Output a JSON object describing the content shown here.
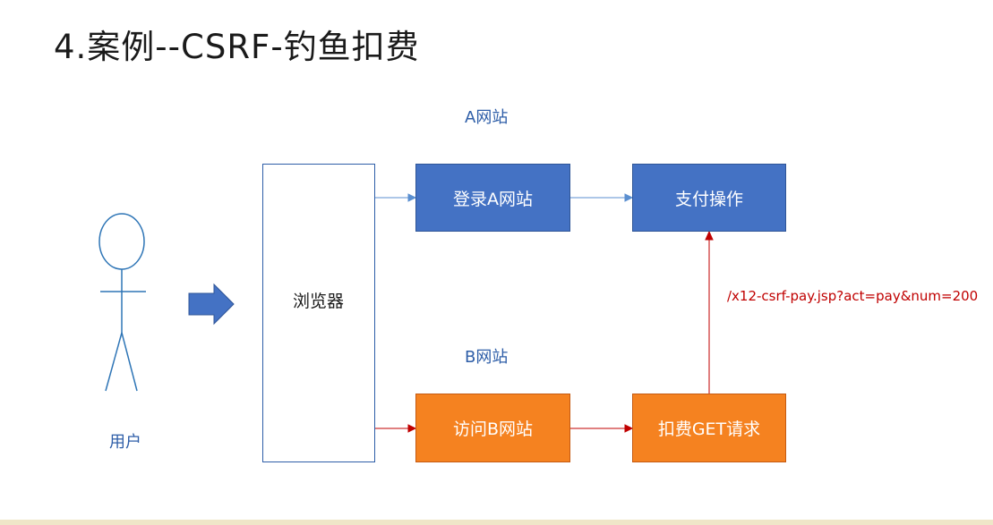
{
  "title": "4.案例--CSRF-钓鱼扣费",
  "labels": {
    "site_a": "A网站",
    "site_b": "B网站",
    "browser": "浏览器",
    "user": "用户",
    "request_url": "/x12-csrf-pay.jsp?act=pay&num=200"
  },
  "boxes": {
    "login_a": "登录A网站",
    "pay_action": "支付操作",
    "visit_b": "访问B网站",
    "charge_get": "扣费GET请求"
  },
  "colors": {
    "blue_box": "#4472c4",
    "orange_box": "#f58220",
    "blue_arrow": "#2e75b6",
    "red_arrow": "#c00000",
    "title_text": "#1a1a1a"
  }
}
